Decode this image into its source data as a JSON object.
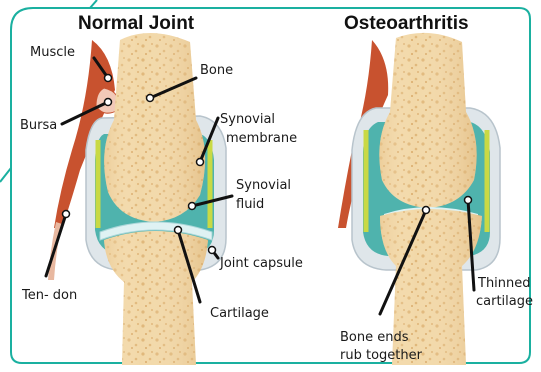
{
  "panels": {
    "normal": {
      "title": "Normal Joint"
    },
    "oa": {
      "title": "Osteoarthritis"
    }
  },
  "labels": {
    "muscle": "Muscle",
    "bursa": "Bursa",
    "tendon": "Ten- don",
    "bone": "Bone",
    "synovial_membrane_1": "Synovial",
    "synovial_membrane_2": "membrane",
    "synovial_fluid_1": "Synovial",
    "synovial_fluid_2": "fluid",
    "joint_capsule": "Joint capsule",
    "cartilage": "Cartilage",
    "bone_ends_1": "Bone  ends",
    "bone_ends_2": "rub together",
    "thinned_cartilage_1": "Thinned",
    "thinned_cartilage_2": "cartilage"
  },
  "colors": {
    "frame": "#1ab0a0",
    "bone": "#f2d8a8",
    "bone_spot": "#e0b77a",
    "capsule": "#dfe6ea",
    "fluid": "#4fb3ad",
    "membrane": "#c9d944",
    "cartilage": "#dff2f3",
    "muscle": "#c8522f",
    "leader": "#111111"
  }
}
